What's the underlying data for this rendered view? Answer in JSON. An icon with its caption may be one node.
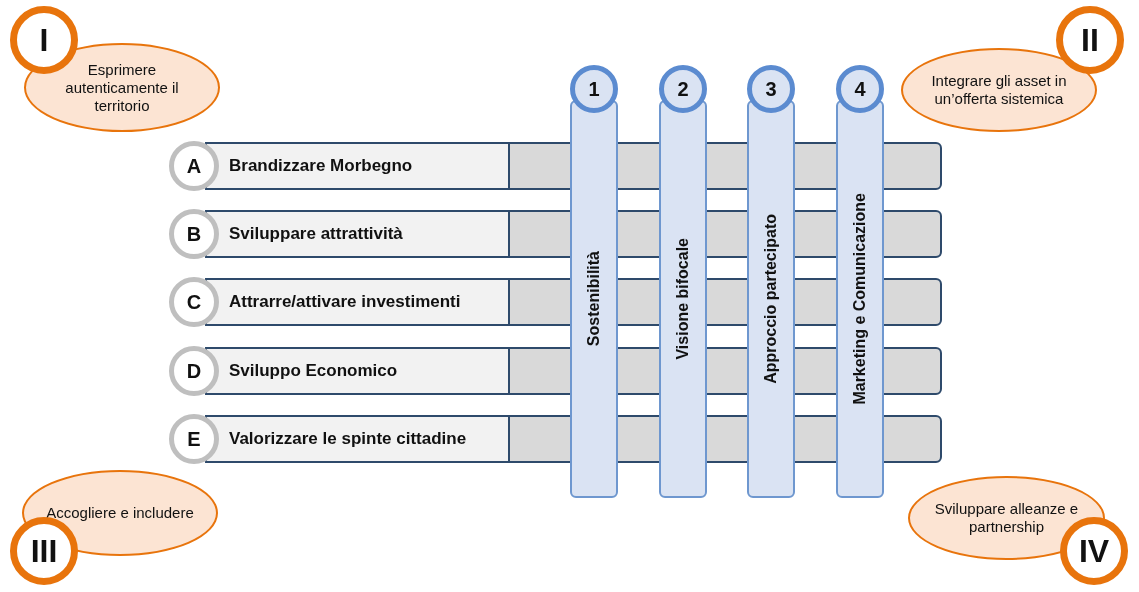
{
  "diagram": {
    "nodes": [
      {
        "text": [
          "I"
        ]
      },
      {
        "text": [
          "Esprimere autenticamente il territorio"
        ]
      },
      {
        "text": [
          "II"
        ]
      },
      {
        "text": [
          "Integrare gli asset in un’offerta sistemica"
        ]
      },
      {
        "text": [
          "III"
        ]
      },
      {
        "text": [
          "Accogliere e includere"
        ]
      },
      {
        "text": [
          "IV"
        ]
      },
      {
        "text": [
          "Sviluppare alleanze e partnership"
        ]
      },
      {
        "text": [
          "A"
        ]
      },
      {
        "text": [
          "Brandizzare Morbegno"
        ]
      },
      {
        "text": [
          "B"
        ]
      },
      {
        "text": [
          "Sviluppare attrattività"
        ]
      },
      {
        "text": [
          "C"
        ]
      },
      {
        "text": [
          "Attrarre/attivare investimenti"
        ]
      },
      {
        "text": [
          "D"
        ]
      },
      {
        "text": [
          "Sviluppo Economico"
        ]
      },
      {
        "text": [
          "E"
        ]
      },
      {
        "text": [
          "Valorizzare le spinte cittadine"
        ]
      },
      {
        "text": [
          "1"
        ]
      },
      {
        "text": [
          "Sostenibilità"
        ]
      },
      {
        "text": [
          "2"
        ]
      },
      {
        "text": [
          "Visione bifocale"
        ]
      },
      {
        "text": [
          "3"
        ]
      },
      {
        "text": [
          "Approccio partecipato"
        ]
      },
      {
        "text": [
          "4"
        ]
      },
      {
        "text": [
          "Marketing e Comunicazione"
        ]
      }
    ]
  }
}
